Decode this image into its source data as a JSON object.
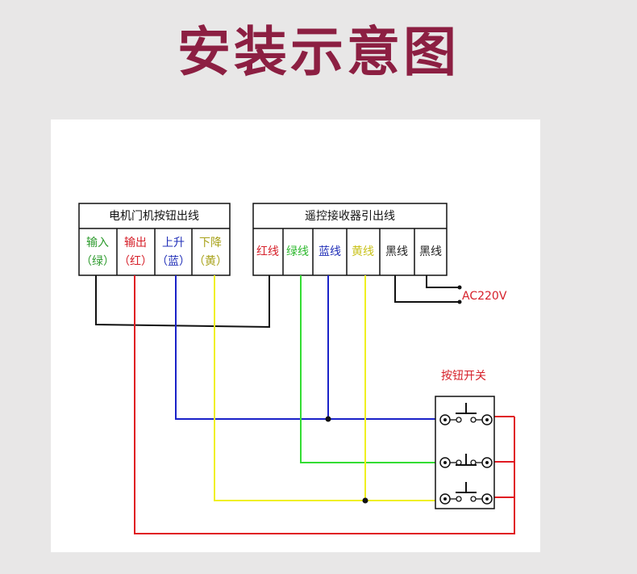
{
  "title": "安装示意图",
  "motor_box": {
    "header": "电机门机按钮出线",
    "cells": [
      {
        "line1": "输入",
        "line2": "（绿）",
        "color": "#2e9b2e"
      },
      {
        "line1": "输出",
        "line2": "（红）",
        "color": "#d6202a"
      },
      {
        "line1": "上升",
        "line2": "（蓝）",
        "color": "#2230b8"
      },
      {
        "line1": "下降",
        "line2": "（黄）",
        "color": "#a8a21a"
      }
    ]
  },
  "receiver_box": {
    "header": "遥控接收器引出线",
    "cells": [
      {
        "label": "红线",
        "color": "#d6202a"
      },
      {
        "label": "绿线",
        "color": "#2eb82e"
      },
      {
        "label": "蓝线",
        "color": "#2230b8"
      },
      {
        "label": "黄线",
        "color": "#c9c21a"
      },
      {
        "label": "黑线",
        "color": "#222222"
      },
      {
        "label": "黑线",
        "color": "#222222"
      }
    ]
  },
  "ac_label": "AC220V",
  "switch_label": "按钮开关",
  "colors": {
    "title": "#8c1f42",
    "red": "#e01a22",
    "green": "#33dd33",
    "blue": "#1a22c8",
    "yellow": "#f0f020",
    "black": "#111111"
  }
}
